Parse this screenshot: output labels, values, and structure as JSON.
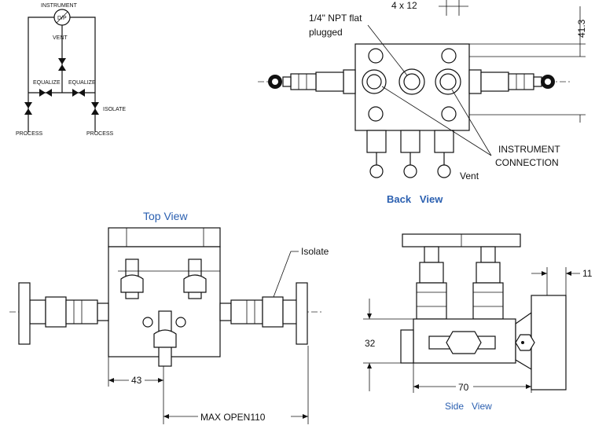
{
  "schematic": {
    "instrument": "INSTRUMENT",
    "dp": "D/P",
    "vent": "VENT",
    "equalize_left": "EQUALIZE",
    "equalize_right": "EQUALIZE",
    "isolate": "ISOLATE",
    "process_left": "PROCESS",
    "process_right": "PROCESS"
  },
  "back_view": {
    "title": "Back   View",
    "npt_line1": "1/4\" NPT flat",
    "npt_line2": "plugged",
    "dim_holes": "4 x 12",
    "dim_height": "41.3",
    "instrument_line1": "INSTRUMENT",
    "instrument_line2": "CONNECTION",
    "vent": "Vent"
  },
  "top_view": {
    "title": "Top View",
    "isolate": "Isolate",
    "dim_43": "43",
    "dim_max_open": "MAX OPEN110"
  },
  "side_view": {
    "title": "Side   View",
    "dim_11": "11",
    "dim_32": "32",
    "dim_70": "70"
  },
  "colors": {
    "title_blue": "#2a5fb0",
    "line": "#111111"
  }
}
